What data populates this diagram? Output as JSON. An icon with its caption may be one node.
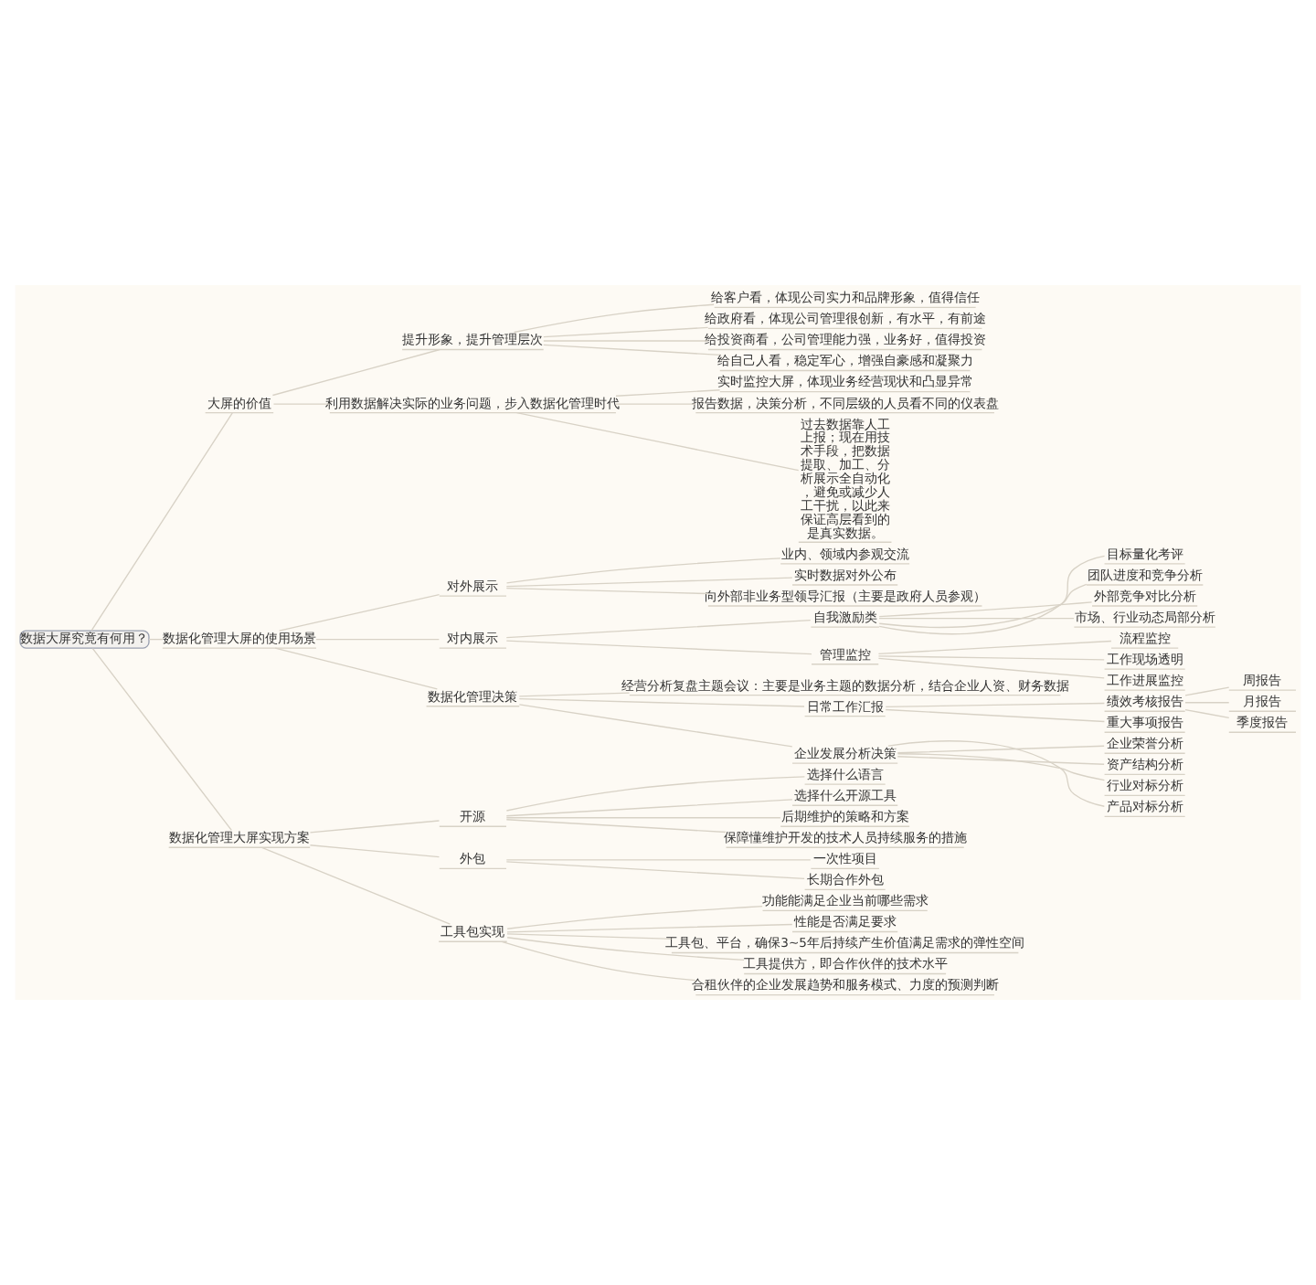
{
  "diagram": {
    "nodes": [
      {
        "text": [
          "数据大屏究竟有何用？"
        ]
      },
      {
        "text": [
          "大屏的价值"
        ]
      },
      {
        "text": [
          "提升形象，提升管理层次"
        ]
      },
      {
        "text": [
          "给客户看，体现公司实力和品牌形象，值得信任"
        ]
      },
      {
        "text": [
          "给政府看，体现公司管理很创新，有水平，有前途"
        ]
      },
      {
        "text": [
          "给投资商看，公司管理能力强，业务好，值得投资"
        ]
      },
      {
        "text": [
          "给自己人看，稳定军心，增强自豪感和凝聚力"
        ]
      },
      {
        "text": [
          "利用数据解决实际的业务问题，步入数据化管理时代"
        ]
      },
      {
        "text": [
          "实时监控大屏，体现业务经营现状和凸显异常"
        ]
      },
      {
        "text": [
          "报告数据，决策分析，不同层级的人员看不同的仪表盘"
        ]
      },
      {
        "text": [
          "过去数据靠人工上报；现在用技术手段，把数据提取、加工、分析展示全自动化，避免或减少人工干扰，以此来保证高层看到的是真实数据。"
        ]
      },
      {
        "text": [
          "数据化管理大屏的使用场景"
        ]
      },
      {
        "text": [
          "对外展示"
        ]
      },
      {
        "text": [
          "业内、领域内参观交流"
        ]
      },
      {
        "text": [
          "实时数据对外公布"
        ]
      },
      {
        "text": [
          "向外部非业务型领导汇报（主要是政府人员参观）"
        ]
      },
      {
        "text": [
          "对内展示"
        ]
      },
      {
        "text": [
          "自我激励类"
        ]
      },
      {
        "text": [
          "目标量化考评"
        ]
      },
      {
        "text": [
          "团队进度和竞争分析"
        ]
      },
      {
        "text": [
          "外部竞争对比分析"
        ]
      },
      {
        "text": [
          "市场、行业动态局部分析"
        ]
      },
      {
        "text": [
          "管理监控"
        ]
      },
      {
        "text": [
          "流程监控"
        ]
      },
      {
        "text": [
          "工作现场透明"
        ]
      },
      {
        "text": [
          "工作进展监控"
        ]
      },
      {
        "text": [
          "数据化管理决策"
        ]
      },
      {
        "text": [
          "经营分析复盘主题会议：主要是业务主题的数据分析，结合企业人资、财务数据"
        ]
      },
      {
        "text": [
          "日常工作汇报"
        ]
      },
      {
        "text": [
          "绩效考核报告"
        ]
      },
      {
        "text": [
          "周报告"
        ]
      },
      {
        "text": [
          "月报告"
        ]
      },
      {
        "text": [
          "季度报告"
        ]
      },
      {
        "text": [
          "重大事项报告"
        ]
      },
      {
        "text": [
          "企业发展分析决策"
        ]
      },
      {
        "text": [
          "企业荣誉分析"
        ]
      },
      {
        "text": [
          "资产结构分析"
        ]
      },
      {
        "text": [
          "行业对标分析"
        ]
      },
      {
        "text": [
          "产品对标分析"
        ]
      },
      {
        "text": [
          "数据化管理大屏实现方案"
        ]
      },
      {
        "text": [
          "开源"
        ]
      },
      {
        "text": [
          "选择什么语言"
        ]
      },
      {
        "text": [
          "选择什么开源工具"
        ]
      },
      {
        "text": [
          "后期维护的策略和方案"
        ]
      },
      {
        "text": [
          "保障懂维护开发的技术人员持续服务的措施"
        ]
      },
      {
        "text": [
          "外包"
        ]
      },
      {
        "text": [
          "一次性项目"
        ]
      },
      {
        "text": [
          "长期合作外包"
        ]
      },
      {
        "text": [
          "工具包实现"
        ]
      },
      {
        "text": [
          "功能能满足企业当前哪些需求"
        ]
      },
      {
        "text": [
          "性能是否满足要求"
        ]
      },
      {
        "text": [
          "工具包、平台，确保3~5年后持续产生价值满足需求的弹性空间"
        ]
      },
      {
        "text": [
          "工具提供方，即合作伙伴的技术水平"
        ]
      },
      {
        "text": [
          "合租伙伴的企业发展趋势和服务模式、力度的预测判断"
        ]
      }
    ],
    "edges": [
      {
        "from": 0,
        "to": 1,
        "arrow": "none"
      },
      {
        "from": 1,
        "to": 2,
        "arrow": "none"
      },
      {
        "from": 2,
        "to": 3,
        "arrow": "none"
      },
      {
        "from": 2,
        "to": 4,
        "arrow": "none"
      },
      {
        "from": 2,
        "to": 5,
        "arrow": "none"
      },
      {
        "from": 2,
        "to": 6,
        "arrow": "none"
      },
      {
        "from": 1,
        "to": 7,
        "arrow": "none"
      },
      {
        "from": 7,
        "to": 8,
        "arrow": "none"
      },
      {
        "from": 7,
        "to": 9,
        "arrow": "none"
      },
      {
        "from": 7,
        "to": 10,
        "arrow": "none"
      },
      {
        "from": 0,
        "to": 11,
        "arrow": "none"
      },
      {
        "from": 11,
        "to": 12,
        "arrow": "none"
      },
      {
        "from": 12,
        "to": 13,
        "arrow": "none"
      },
      {
        "from": 12,
        "to": 14,
        "arrow": "none"
      },
      {
        "from": 12,
        "to": 15,
        "arrow": "none"
      },
      {
        "from": 11,
        "to": 16,
        "arrow": "none"
      },
      {
        "from": 16,
        "to": 17,
        "arrow": "none"
      },
      {
        "from": 17,
        "to": 18,
        "arrow": "none"
      },
      {
        "from": 17,
        "to": 19,
        "arrow": "none"
      },
      {
        "from": 17,
        "to": 20,
        "arrow": "none"
      },
      {
        "from": 17,
        "to": 21,
        "arrow": "none"
      },
      {
        "from": 16,
        "to": 22,
        "arrow": "none"
      },
      {
        "from": 22,
        "to": 23,
        "arrow": "none"
      },
      {
        "from": 22,
        "to": 24,
        "arrow": "none"
      },
      {
        "from": 22,
        "to": 25,
        "arrow": "none"
      },
      {
        "from": 11,
        "to": 26,
        "arrow": "none"
      },
      {
        "from": 26,
        "to": 27,
        "arrow": "none"
      },
      {
        "from": 26,
        "to": 28,
        "arrow": "none"
      },
      {
        "from": 28,
        "to": 29,
        "arrow": "none"
      },
      {
        "from": 29,
        "to": 30,
        "arrow": "none"
      },
      {
        "from": 29,
        "to": 31,
        "arrow": "none"
      },
      {
        "from": 29,
        "to": 32,
        "arrow": "none"
      },
      {
        "from": 28,
        "to": 33,
        "arrow": "none"
      },
      {
        "from": 26,
        "to": 34,
        "arrow": "none"
      },
      {
        "from": 34,
        "to": 35,
        "arrow": "none"
      },
      {
        "from": 34,
        "to": 36,
        "arrow": "none"
      },
      {
        "from": 34,
        "to": 37,
        "arrow": "none"
      },
      {
        "from": 34,
        "to": 38,
        "arrow": "none"
      },
      {
        "from": 0,
        "to": 39,
        "arrow": "none"
      },
      {
        "from": 39,
        "to": 40,
        "arrow": "none"
      },
      {
        "from": 40,
        "to": 41,
        "arrow": "none"
      },
      {
        "from": 40,
        "to": 42,
        "arrow": "none"
      },
      {
        "from": 40,
        "to": 43,
        "arrow": "none"
      },
      {
        "from": 40,
        "to": 44,
        "arrow": "none"
      },
      {
        "from": 39,
        "to": 45,
        "arrow": "none"
      },
      {
        "from": 45,
        "to": 46,
        "arrow": "none"
      },
      {
        "from": 45,
        "to": 47,
        "arrow": "none"
      },
      {
        "from": 39,
        "to": 48,
        "arrow": "none"
      },
      {
        "from": 48,
        "to": 49,
        "arrow": "none"
      },
      {
        "from": 48,
        "to": 50,
        "arrow": "none"
      },
      {
        "from": 48,
        "to": 51,
        "arrow": "none"
      },
      {
        "from": 48,
        "to": 52,
        "arrow": "none"
      },
      {
        "from": 48,
        "to": 53,
        "arrow": "none"
      }
    ]
  }
}
